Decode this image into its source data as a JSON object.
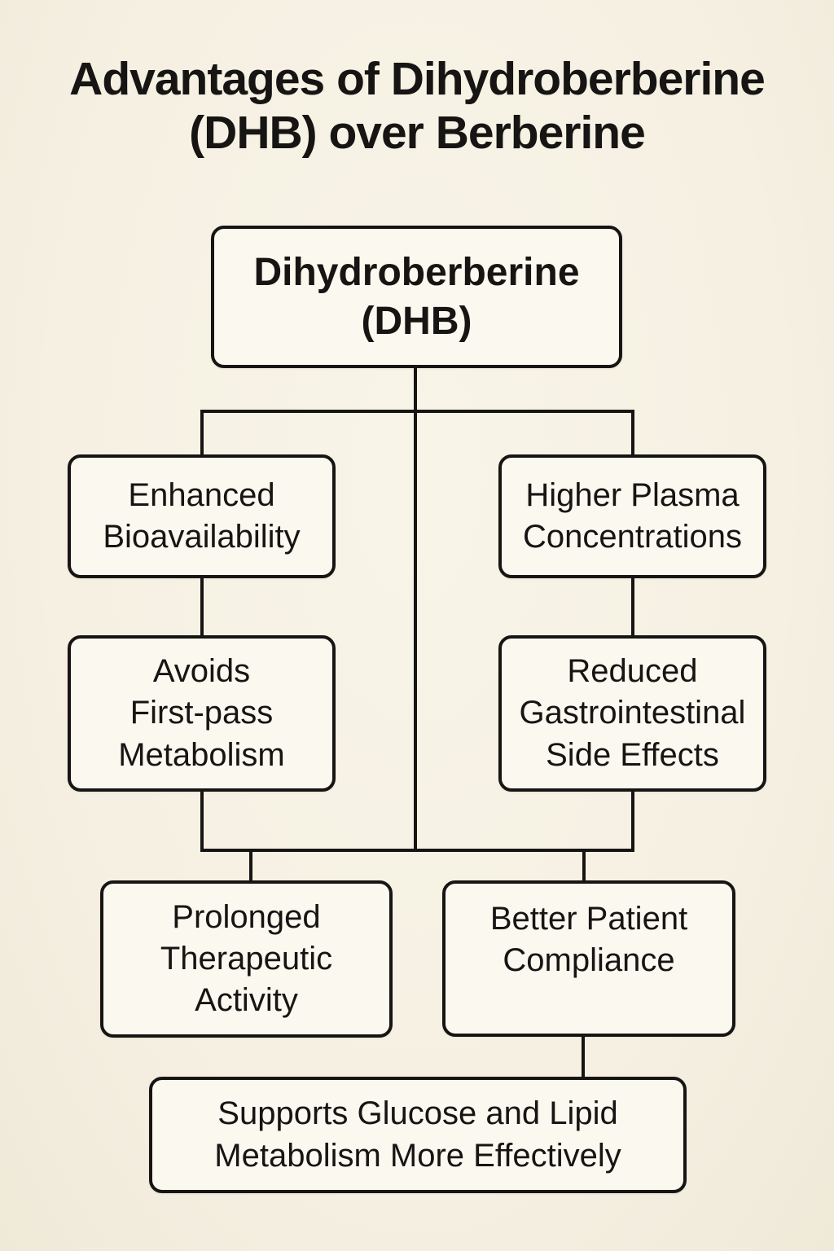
{
  "title": "Advantages of Dihydroberberine\n(DHB) over Berberine",
  "diagram": {
    "root": {
      "label": "Dihydroberberine\n(DHB)"
    },
    "nodes": {
      "enhanced_bioavailability": {
        "label": "Enhanced\nBioavailability"
      },
      "higher_plasma_concentrations": {
        "label": "Higher Plasma\nConcentrations"
      },
      "avoids_first_pass_metabolism": {
        "label": "Avoids\nFirst-pass\nMetabolism"
      },
      "reduced_gastrointestinal_side_effects": {
        "label": "Reduced\nGastrointestinal\nSide Effects"
      },
      "prolonged_therapeutic_activity": {
        "label": "Prolonged\nTherapeutic\nActivity"
      },
      "better_patient_compliance": {
        "label": "Better Patient\nCompliance"
      },
      "supports_glucose_lipid_metabolism": {
        "label": "Supports Glucose and Lipid\nMetabolism More Effectively"
      }
    }
  },
  "colors": {
    "background": "#f5f0e2",
    "node_fill": "#fbf8ef",
    "line": "#171513",
    "text": "#171513"
  }
}
